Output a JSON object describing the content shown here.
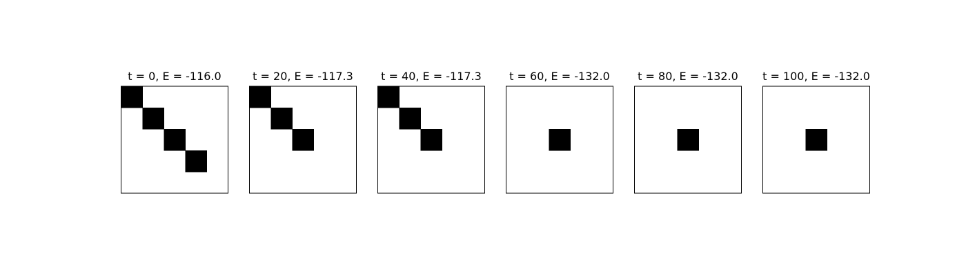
{
  "chart_data": {
    "type": "heatmap",
    "grid_size": 5,
    "colormap": {
      "0": "#ffffff",
      "1": "#000000"
    },
    "axes_visible": false,
    "panels": [
      {
        "title": "t = 0, E = -116.0",
        "t": 0,
        "E": -116.0,
        "grid": [
          [
            1,
            0,
            0,
            0,
            0
          ],
          [
            0,
            1,
            0,
            0,
            0
          ],
          [
            0,
            0,
            1,
            0,
            0
          ],
          [
            0,
            0,
            0,
            1,
            0
          ],
          [
            0,
            0,
            0,
            0,
            0
          ]
        ]
      },
      {
        "title": "t = 20, E = -117.3",
        "t": 20,
        "E": -117.3,
        "grid": [
          [
            1,
            0,
            0,
            0,
            0
          ],
          [
            0,
            1,
            0,
            0,
            0
          ],
          [
            0,
            0,
            1,
            0,
            0
          ],
          [
            0,
            0,
            0,
            0,
            0
          ],
          [
            0,
            0,
            0,
            0,
            0
          ]
        ]
      },
      {
        "title": "t = 40, E = -117.3",
        "t": 40,
        "E": -117.3,
        "grid": [
          [
            1,
            0,
            0,
            0,
            0
          ],
          [
            0,
            1,
            0,
            0,
            0
          ],
          [
            0,
            0,
            1,
            0,
            0
          ],
          [
            0,
            0,
            0,
            0,
            0
          ],
          [
            0,
            0,
            0,
            0,
            0
          ]
        ]
      },
      {
        "title": "t = 60, E = -132.0",
        "t": 60,
        "E": -132.0,
        "grid": [
          [
            0,
            0,
            0,
            0,
            0
          ],
          [
            0,
            0,
            0,
            0,
            0
          ],
          [
            0,
            0,
            1,
            0,
            0
          ],
          [
            0,
            0,
            0,
            0,
            0
          ],
          [
            0,
            0,
            0,
            0,
            0
          ]
        ]
      },
      {
        "title": "t = 80, E = -132.0",
        "t": 80,
        "E": -132.0,
        "grid": [
          [
            0,
            0,
            0,
            0,
            0
          ],
          [
            0,
            0,
            0,
            0,
            0
          ],
          [
            0,
            0,
            1,
            0,
            0
          ],
          [
            0,
            0,
            0,
            0,
            0
          ],
          [
            0,
            0,
            0,
            0,
            0
          ]
        ]
      },
      {
        "title": "t = 100, E = -132.0",
        "t": 100,
        "E": -132.0,
        "grid": [
          [
            0,
            0,
            0,
            0,
            0
          ],
          [
            0,
            0,
            0,
            0,
            0
          ],
          [
            0,
            0,
            1,
            0,
            0
          ],
          [
            0,
            0,
            0,
            0,
            0
          ],
          [
            0,
            0,
            0,
            0,
            0
          ]
        ]
      }
    ]
  }
}
